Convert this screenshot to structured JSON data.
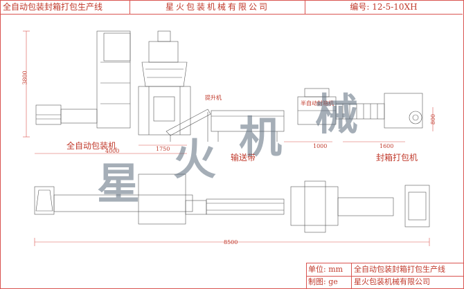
{
  "title_block": {
    "line_name": "全自动包装封箱打包生产线",
    "company": "星火包装机械有限公司",
    "drawing_no": "编号: 12-5-10XH"
  },
  "labels": {
    "machine_1": "全自动包装机",
    "machine_2": "输送带",
    "machine_3": "封箱打包机",
    "small_1": "提升机",
    "small_2": "半自动封箱机"
  },
  "dimensions": {
    "height": "3800",
    "d_4000": "4000",
    "d_1750": "1750",
    "d_1000": "1000",
    "d_1600": "1600",
    "d_800": "800",
    "total": "8500"
  },
  "watermark": {
    "c1": "星",
    "c2": "火",
    "c3": "机",
    "c4": "械"
  },
  "info_table": {
    "unit_key": "单位: mm",
    "unit_value": "全自动包装封箱打包生产线",
    "drawer_key": "制图: ge",
    "drawer_value": "星火包装机械有限公司"
  },
  "colors": {
    "line": "#d9534f",
    "drawing": "#555555",
    "watermark": "#5d6d7e"
  }
}
